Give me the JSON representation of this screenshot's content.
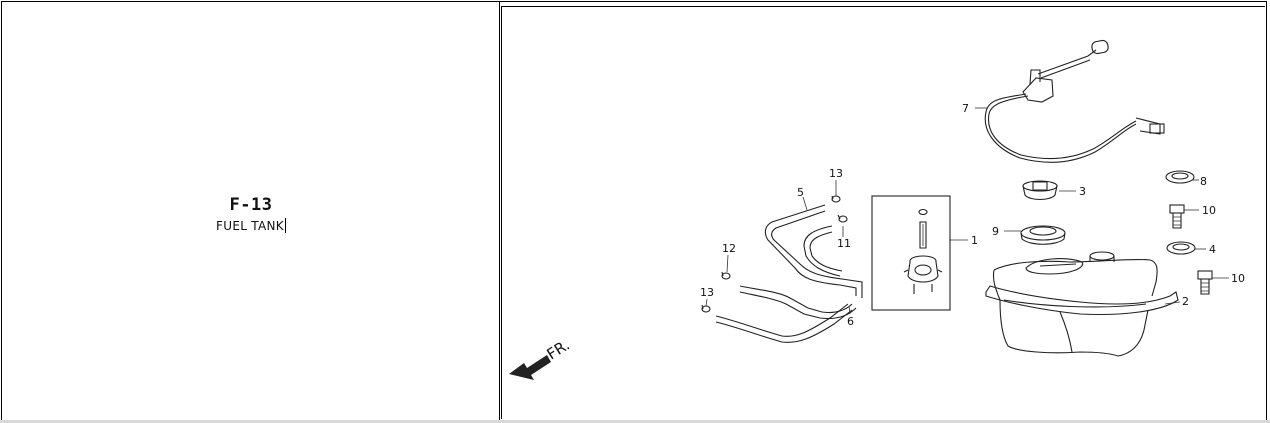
{
  "section": {
    "code": "F-13",
    "name": "FUEL TANK"
  },
  "diagram": {
    "direction_label": "FR.",
    "callouts": [
      "1",
      "2",
      "3",
      "4",
      "5",
      "6",
      "7",
      "8",
      "9",
      "10",
      "10",
      "11",
      "12",
      "13",
      "13"
    ]
  }
}
